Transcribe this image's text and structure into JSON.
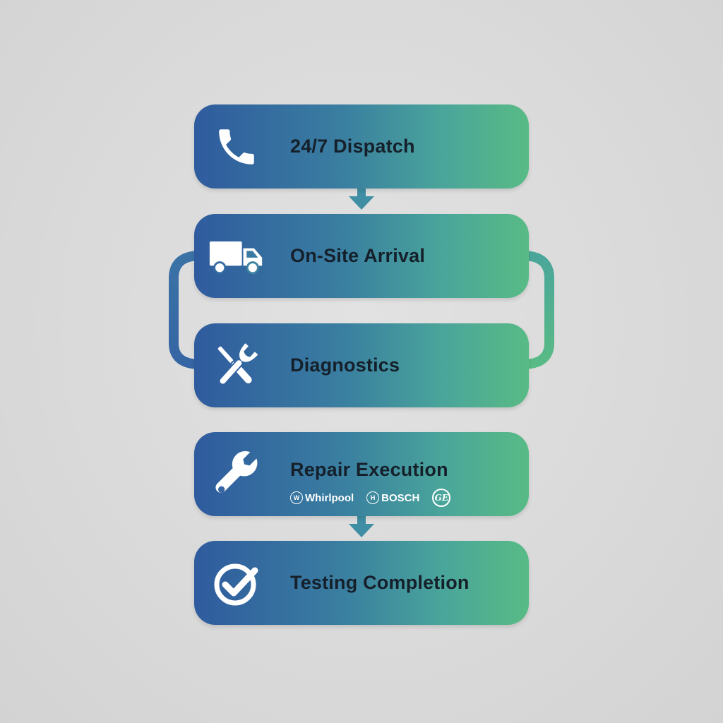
{
  "colors": {
    "background": "#dcdcdc",
    "gradient_start": "#2f5b9e",
    "gradient_end": "#58bb85",
    "label_text": "#15202b",
    "icon": "#ffffff",
    "connector_start": "#3565a4",
    "connector_end": "#4aa69a"
  },
  "steps": [
    {
      "label": "24/7 Dispatch",
      "icon": "phone-icon"
    },
    {
      "label": "On-Site Arrival",
      "icon": "truck-icon"
    },
    {
      "label": "Diagnostics",
      "icon": "tools-icon"
    },
    {
      "label": "Repair Execution",
      "icon": "wrench-icon"
    },
    {
      "label": "Testing Completion",
      "icon": "check-circle-icon"
    }
  ],
  "brands": {
    "whirlpool": "Whirlpool",
    "bosch": "BOSCH",
    "ge": "GE"
  },
  "connectors": [
    {
      "from": "24/7 Dispatch",
      "to": "On-Site Arrival",
      "type": "arrow-down"
    },
    {
      "from": "On-Site Arrival",
      "to": "Diagnostics",
      "type": "side-loop"
    },
    {
      "from": "Repair Execution",
      "to": "Testing Completion",
      "type": "arrow-down"
    }
  ]
}
